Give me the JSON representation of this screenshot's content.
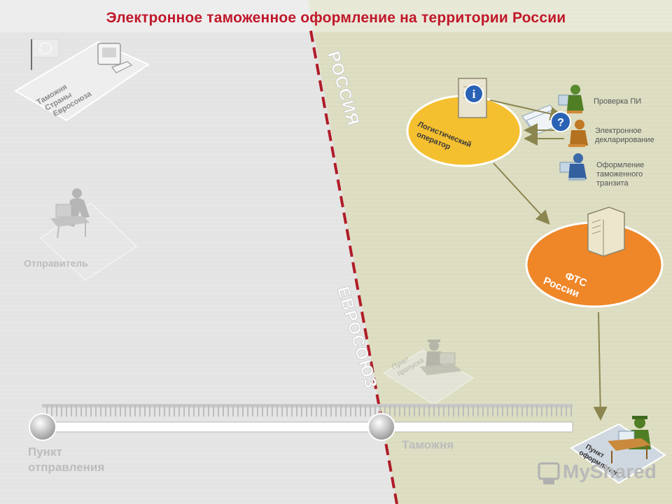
{
  "title": "Электронное таможенное оформление на территории России",
  "regions": {
    "russia": "РОССИЯ",
    "eu": "ЕВРОСОЮЗ"
  },
  "eu_customs": [
    "Таможня",
    "Страны",
    "Евросоюза"
  ],
  "sender": "Отправитель",
  "log_operator": [
    "Логистический",
    "оператор"
  ],
  "fts": [
    "ФТС",
    "России"
  ],
  "services": [
    {
      "label": "Проверка ПИ",
      "icon": "agent-check-icon"
    },
    {
      "label": "Электронное декларирование",
      "icon": "agent-declare-icon"
    },
    {
      "label": "Оформление таможенного транзита",
      "icon": "agent-transit-icon"
    }
  ],
  "border_post": [
    "Пункт",
    "пропуска"
  ],
  "rail": {
    "departure": [
      "Пункт",
      "отправления"
    ],
    "customs": "Таможня",
    "clearance": [
      "Пункт",
      "оформления"
    ]
  },
  "watermark": "MyShared",
  "colors": {
    "title": "#c0182a",
    "eu_bg": "#e4e4e4",
    "ru_bg": "#dcdcc0",
    "border_line": "#b01c28",
    "operator_fill": "#f5c030",
    "fts_fill": "#ef8628",
    "arrow": "#8b8650"
  }
}
